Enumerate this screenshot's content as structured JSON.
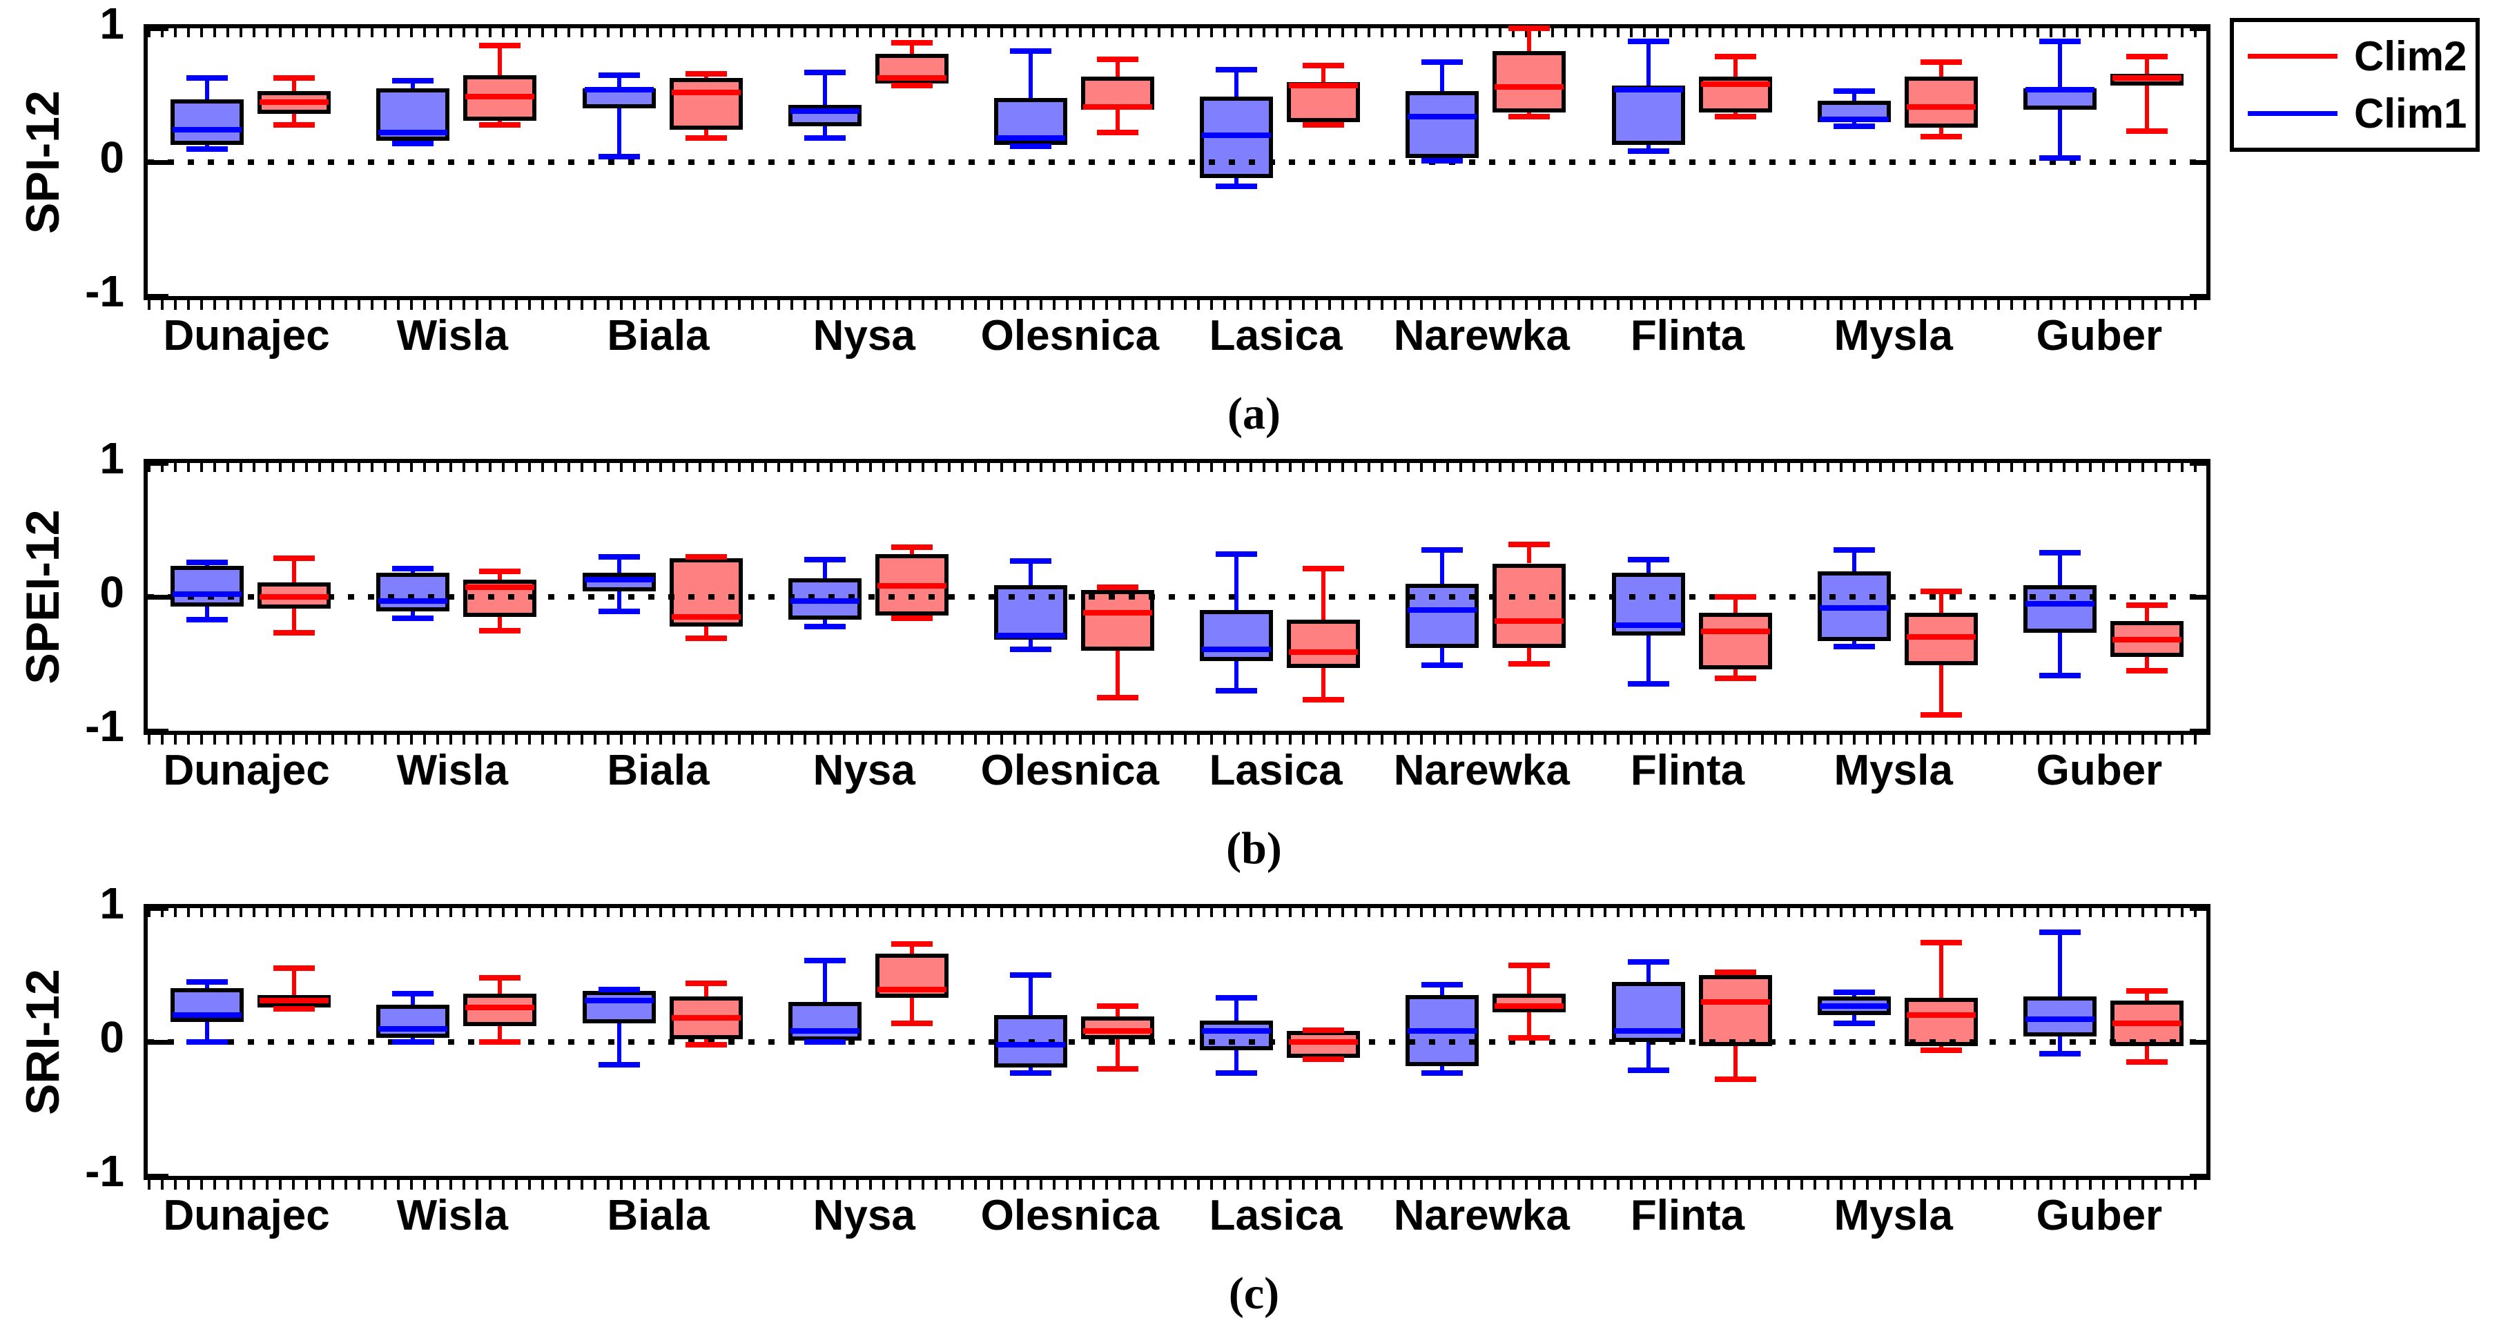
{
  "legend": {
    "entries": [
      {
        "label": "Clim2",
        "color": "#FF0000"
      },
      {
        "label": "Clim1",
        "color": "#0000FF"
      }
    ]
  },
  "colors": {
    "clim1_fill": "#8080FF",
    "clim1_line": "#0000FF",
    "clim2_fill": "#FF8080",
    "clim2_line": "#FF0000",
    "box_border": "#000000"
  },
  "chart_data": [
    {
      "type": "boxplot",
      "panel": "a",
      "caption": "(a)",
      "ylabel": "SPI-12",
      "ylim": [
        -1,
        1
      ],
      "ytick_labels": [
        "1",
        "0",
        "-1"
      ],
      "zero_gridline_dotted": true,
      "box_values_order": "[whisker_low, q1, median, q3, whisker_high]",
      "categories": [
        "Dunajec",
        "Wisla",
        "Biala",
        "Nysa",
        "Olesnica",
        "Lasica",
        "Narewka",
        "Flinta",
        "Mysla",
        "Guber"
      ],
      "series": [
        {
          "name": "Clim1",
          "line_color": "#0000FF",
          "fill_color": "#8080FF",
          "boxes": [
            [
              0.1,
              0.13,
              0.24,
              0.47,
              0.63
            ],
            [
              0.14,
              0.16,
              0.22,
              0.55,
              0.61
            ],
            [
              0.04,
              0.4,
              0.54,
              0.55,
              0.65
            ],
            [
              0.18,
              0.27,
              0.38,
              0.43,
              0.67
            ],
            [
              0.12,
              0.13,
              0.18,
              0.48,
              0.83
            ],
            [
              -0.18,
              -0.12,
              0.2,
              0.49,
              0.69
            ],
            [
              0.01,
              0.03,
              0.34,
              0.53,
              0.75
            ],
            [
              0.08,
              0.13,
              0.54,
              0.57,
              0.9
            ],
            [
              0.27,
              0.3,
              0.32,
              0.46,
              0.53
            ],
            [
              0.03,
              0.39,
              0.54,
              0.55,
              0.9
            ]
          ]
        },
        {
          "name": "Clim2",
          "line_color": "#FF0000",
          "fill_color": "#FF8080",
          "boxes": [
            [
              0.28,
              0.36,
              0.45,
              0.53,
              0.63
            ],
            [
              0.28,
              0.31,
              0.49,
              0.65,
              0.87
            ],
            [
              0.18,
              0.24,
              0.52,
              0.63,
              0.66
            ],
            [
              0.57,
              0.59,
              0.63,
              0.81,
              0.89
            ],
            [
              0.22,
              0.39,
              0.41,
              0.64,
              0.77
            ],
            [
              0.28,
              0.3,
              0.57,
              0.6,
              0.72
            ],
            [
              0.34,
              0.37,
              0.56,
              0.83,
              1.0
            ],
            [
              0.34,
              0.37,
              0.58,
              0.64,
              0.79
            ],
            [
              0.19,
              0.26,
              0.41,
              0.64,
              0.75
            ],
            [
              0.23,
              0.57,
              0.63,
              0.66,
              0.79
            ]
          ]
        }
      ]
    },
    {
      "type": "boxplot",
      "panel": "b",
      "caption": "(b)",
      "ylabel": "SPEI-12",
      "ylim": [
        -1,
        1
      ],
      "ytick_labels": [
        "1",
        "0",
        "-1"
      ],
      "zero_gridline_dotted": true,
      "box_values_order": "[whisker_low, q1, median, q3, whisker_high]",
      "categories": [
        "Dunajec",
        "Wisla",
        "Biala",
        "Nysa",
        "Olesnica",
        "Lasica",
        "Narewka",
        "Flinta",
        "Mysla",
        "Guber"
      ],
      "series": [
        {
          "name": "Clim1",
          "line_color": "#0000FF",
          "fill_color": "#8080FF",
          "boxes": [
            [
              -0.17,
              -0.07,
              0.02,
              0.23,
              0.26
            ],
            [
              -0.16,
              -0.11,
              -0.03,
              0.18,
              0.21
            ],
            [
              -0.11,
              0.04,
              0.13,
              0.18,
              0.3
            ],
            [
              -0.22,
              -0.17,
              -0.03,
              0.14,
              0.28
            ],
            [
              -0.39,
              -0.32,
              -0.29,
              0.09,
              0.27
            ],
            [
              -0.7,
              -0.48,
              -0.39,
              -0.1,
              0.32
            ],
            [
              -0.51,
              -0.38,
              -0.1,
              0.1,
              0.35
            ],
            [
              -0.65,
              -0.29,
              -0.21,
              0.18,
              0.28
            ],
            [
              -0.37,
              -0.33,
              -0.08,
              0.19,
              0.35
            ],
            [
              -0.59,
              -0.27,
              -0.05,
              0.09,
              0.33
            ]
          ]
        },
        {
          "name": "Clim2",
          "line_color": "#FF0000",
          "fill_color": "#FF8080",
          "boxes": [
            [
              -0.27,
              -0.09,
              0.0,
              0.11,
              0.29
            ],
            [
              -0.25,
              -0.15,
              0.07,
              0.13,
              0.19
            ],
            [
              -0.31,
              -0.22,
              -0.15,
              0.29,
              0.3
            ],
            [
              -0.16,
              -0.14,
              0.08,
              0.32,
              0.37
            ],
            [
              -0.75,
              -0.4,
              -0.12,
              0.05,
              0.07
            ],
            [
              -0.77,
              -0.53,
              -0.41,
              -0.17,
              0.21
            ],
            [
              -0.5,
              -0.38,
              -0.18,
              0.25,
              0.39
            ],
            [
              -0.61,
              -0.54,
              -0.26,
              -0.12,
              0.0
            ],
            [
              -0.88,
              -0.51,
              -0.3,
              -0.12,
              0.04
            ],
            [
              -0.55,
              -0.45,
              -0.32,
              -0.18,
              -0.06
            ]
          ]
        }
      ]
    },
    {
      "type": "boxplot",
      "panel": "c",
      "caption": "(c)",
      "ylabel": "SRI-12",
      "ylim": [
        -1,
        1
      ],
      "ytick_labels": [
        "1",
        "0",
        "-1"
      ],
      "zero_gridline_dotted": true,
      "box_values_order": "[whisker_low, q1, median, q3, whisker_high]",
      "categories": [
        "Dunajec",
        "Wisla",
        "Biala",
        "Nysa",
        "Olesnica",
        "Lasica",
        "Narewka",
        "Flinta",
        "Mysla",
        "Guber"
      ],
      "series": [
        {
          "name": "Clim1",
          "line_color": "#0000FF",
          "fill_color": "#8080FF",
          "boxes": [
            [
              0.0,
              0.15,
              0.2,
              0.4,
              0.45
            ],
            [
              0.0,
              0.03,
              0.1,
              0.28,
              0.36
            ],
            [
              -0.17,
              0.14,
              0.31,
              0.38,
              0.39
            ],
            [
              0.0,
              0.01,
              0.08,
              0.3,
              0.61
            ],
            [
              -0.23,
              -0.19,
              -0.02,
              0.2,
              0.5
            ],
            [
              -0.23,
              -0.06,
              0.08,
              0.16,
              0.33
            ],
            [
              -0.23,
              -0.18,
              0.08,
              0.35,
              0.43
            ],
            [
              -0.21,
              0.0,
              0.08,
              0.45,
              0.6
            ],
            [
              0.14,
              0.2,
              0.27,
              0.34,
              0.37
            ],
            [
              -0.09,
              0.04,
              0.17,
              0.34,
              0.82
            ]
          ]
        },
        {
          "name": "Clim2",
          "line_color": "#FF0000",
          "fill_color": "#FF8080",
          "boxes": [
            [
              0.25,
              0.26,
              0.31,
              0.35,
              0.55
            ],
            [
              0.0,
              0.12,
              0.26,
              0.36,
              0.48
            ],
            [
              -0.02,
              0.02,
              0.18,
              0.34,
              0.44
            ],
            [
              0.14,
              0.33,
              0.39,
              0.66,
              0.73
            ],
            [
              -0.2,
              0.02,
              0.08,
              0.19,
              0.27
            ],
            [
              -0.13,
              -0.12,
              0.0,
              0.08,
              0.09
            ],
            [
              0.03,
              0.22,
              0.27,
              0.36,
              0.57
            ],
            [
              -0.28,
              -0.03,
              0.3,
              0.5,
              0.52
            ],
            [
              -0.06,
              -0.03,
              0.2,
              0.33,
              0.74
            ],
            [
              -0.15,
              -0.03,
              0.14,
              0.31,
              0.38
            ]
          ]
        }
      ]
    }
  ]
}
